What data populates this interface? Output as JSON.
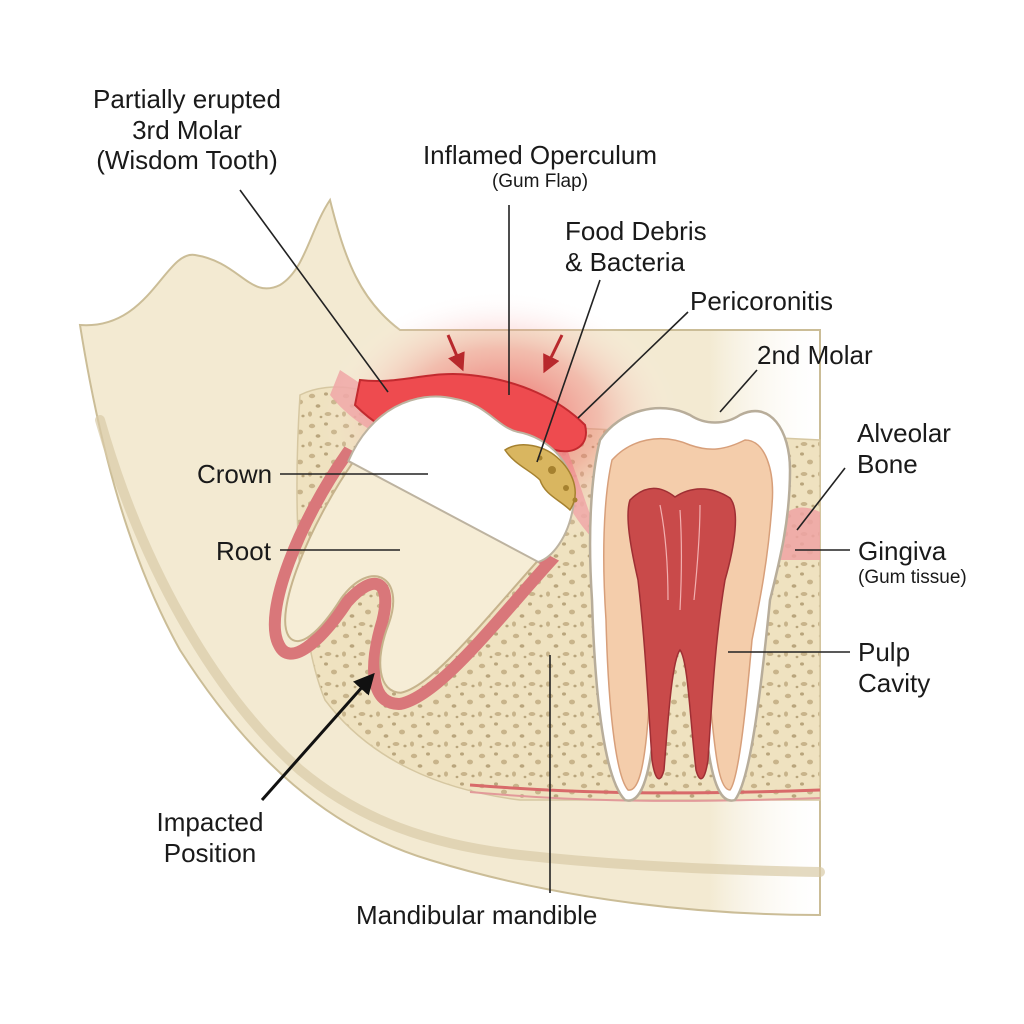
{
  "labels": {
    "partially_erupted_line1": "Partially erupted",
    "partially_erupted_line2": "3rd Molar",
    "partially_erupted_line3": "(Wisdom Tooth)",
    "operculum_line1": "Inflamed Operculum",
    "operculum_line2": "(Gum Flap)",
    "food_debris_line1": "Food Debris",
    "food_debris_line2": "& Bacteria",
    "pericoronitis": "Pericoronitis",
    "second_molar": "2nd Molar",
    "alveolar_line1": "Alveolar",
    "alveolar_line2": "Bone",
    "gingiva_line1": "Gingiva",
    "gingiva_line2": "(Gum tissue)",
    "pulp_line1": "Pulp",
    "pulp_line2": "Cavity",
    "crown": "Crown",
    "root": "Root",
    "impacted_line1": "Impacted",
    "impacted_line2": "Position",
    "mandible": "Mandibular mandible"
  },
  "colors": {
    "bone": "#f3ead2",
    "bone_edge": "#cbbd97",
    "cancellous": "#efe3c4",
    "gum": "#e98a8a",
    "inflammation": "#e8343a",
    "enamel": "#ffffff",
    "dentin": "#f5cfae",
    "pulp": "#c94a4a",
    "debris": "#c9a24a",
    "leader": "#222222"
  }
}
